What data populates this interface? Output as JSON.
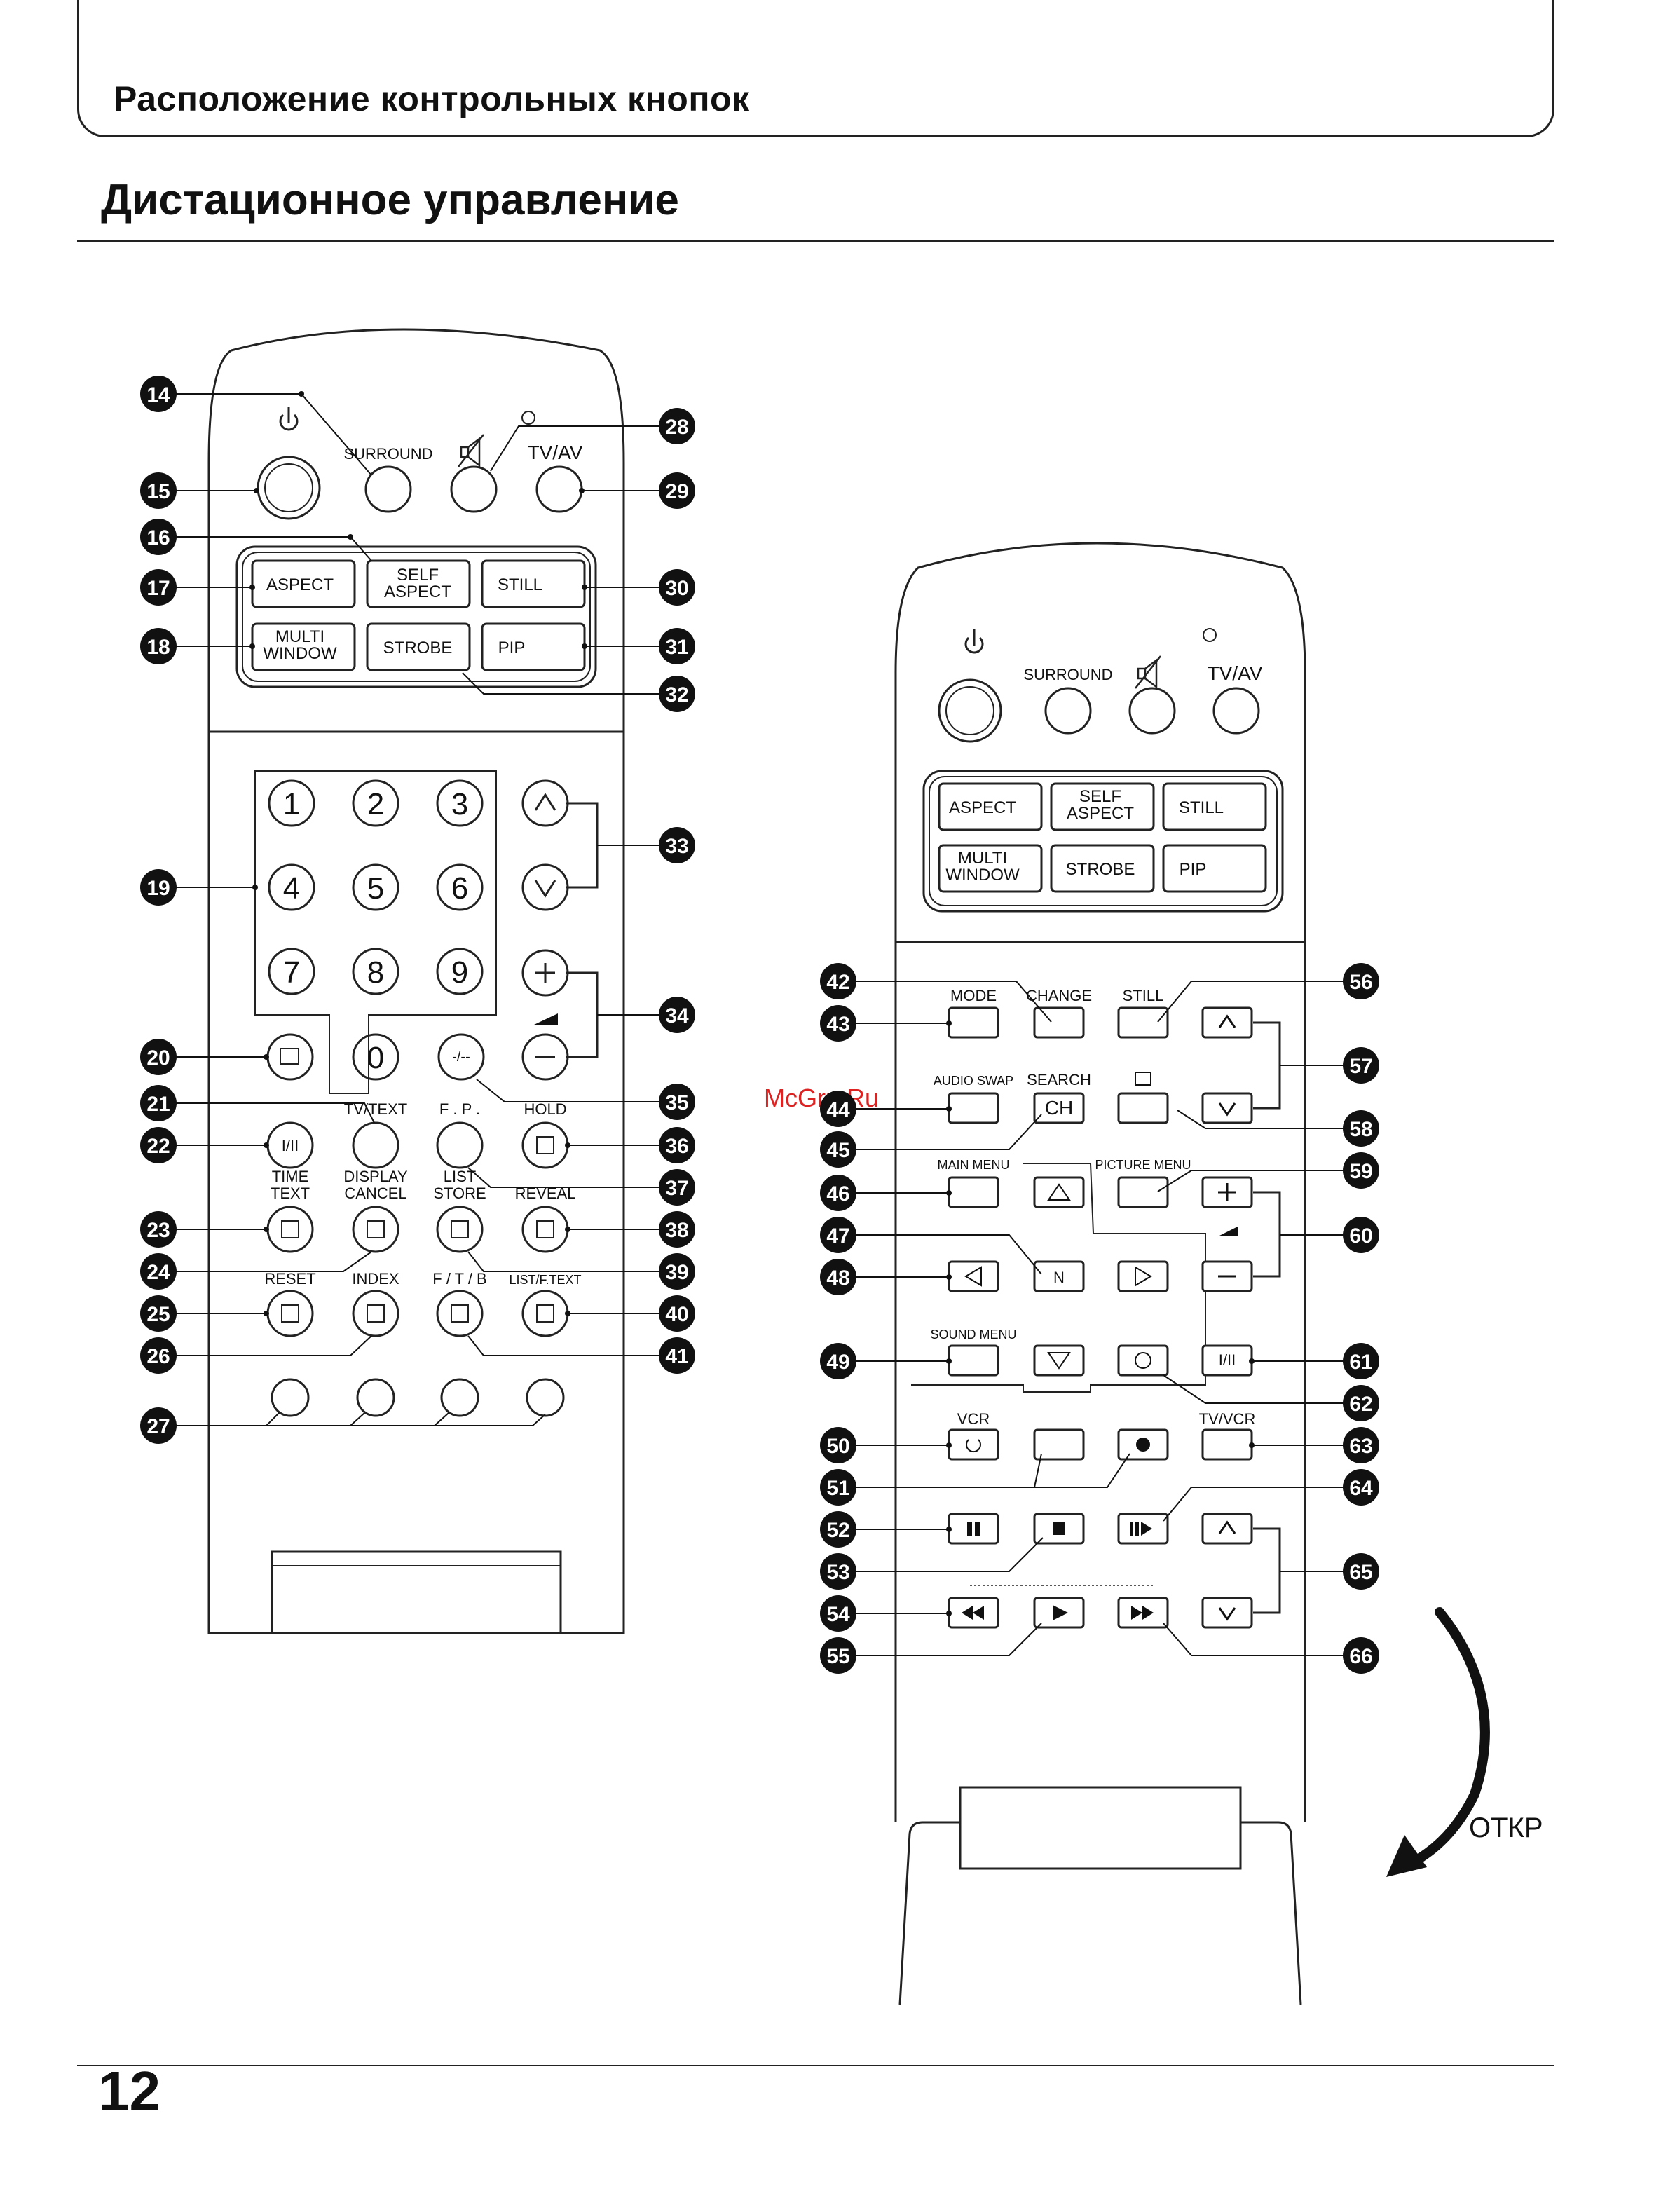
{
  "page": {
    "header_title": "Расположение контрольных кнопок",
    "section_title": "Дистационное управление",
    "page_number": "12",
    "watermark": "McGrp.Ru",
    "open_label": "ОТКР"
  },
  "remote_left": {
    "top_labels": {
      "surround": "SURROUND",
      "tvav": "TV/AV"
    },
    "group_buttons": {
      "aspect": "ASPECT",
      "self1": "SELF",
      "self2": "ASPECT",
      "still": "STILL",
      "multi1": "MULTI",
      "multi2": "WINDOW",
      "strobe": "STROBE",
      "pip": "PIP"
    },
    "digits": [
      "1",
      "2",
      "3",
      "4",
      "5",
      "6",
      "7",
      "8",
      "9",
      "0"
    ],
    "labels": {
      "tvtext": "TV/TEXT",
      "fp": "F . P .",
      "hold": "HOLD",
      "time1": "TIME",
      "time2": "TEXT",
      "display1": "DISPLAY",
      "display2": "CANCEL",
      "list1": "LIST",
      "list2": "STORE",
      "reveal": "REVEAL",
      "reset": "RESET",
      "index": "INDEX",
      "ftb": "F / T / B",
      "listf": "LIST/F.TEXT",
      "dash": "-/--",
      "sound_mode": "I/II"
    },
    "callouts": [
      "14",
      "15",
      "16",
      "17",
      "18",
      "19",
      "20",
      "21",
      "22",
      "23",
      "24",
      "25",
      "26",
      "27",
      "28",
      "29",
      "30",
      "31",
      "32",
      "33",
      "34",
      "35",
      "36",
      "37",
      "38",
      "39",
      "40",
      "41"
    ]
  },
  "remote_right": {
    "top_labels": {
      "surround": "SURROUND",
      "tvav": "TV/AV"
    },
    "group_buttons": {
      "aspect": "ASPECT",
      "self1": "SELF",
      "self2": "ASPECT",
      "still": "STILL",
      "multi1": "MULTI",
      "multi2": "WINDOW",
      "strobe": "STROBE",
      "pip": "PIP"
    },
    "labels": {
      "mode": "MODE",
      "change": "CHANGE",
      "still": "STILL",
      "audio_swap": "AUDIO SWAP",
      "search": "SEARCH",
      "ch": "CH",
      "main_menu": "MAIN MENU",
      "picture_menu": "PICTURE MENU",
      "n": "N",
      "sound_menu": "SOUND MENU",
      "sound_mode": "I/II",
      "vcr": "VCR",
      "tv_vcr": "TV/VCR"
    },
    "callouts": [
      "42",
      "43",
      "44",
      "45",
      "46",
      "47",
      "48",
      "49",
      "50",
      "51",
      "52",
      "53",
      "54",
      "55",
      "56",
      "57",
      "58",
      "59",
      "60",
      "61",
      "62",
      "63",
      "64",
      "65",
      "66"
    ]
  }
}
